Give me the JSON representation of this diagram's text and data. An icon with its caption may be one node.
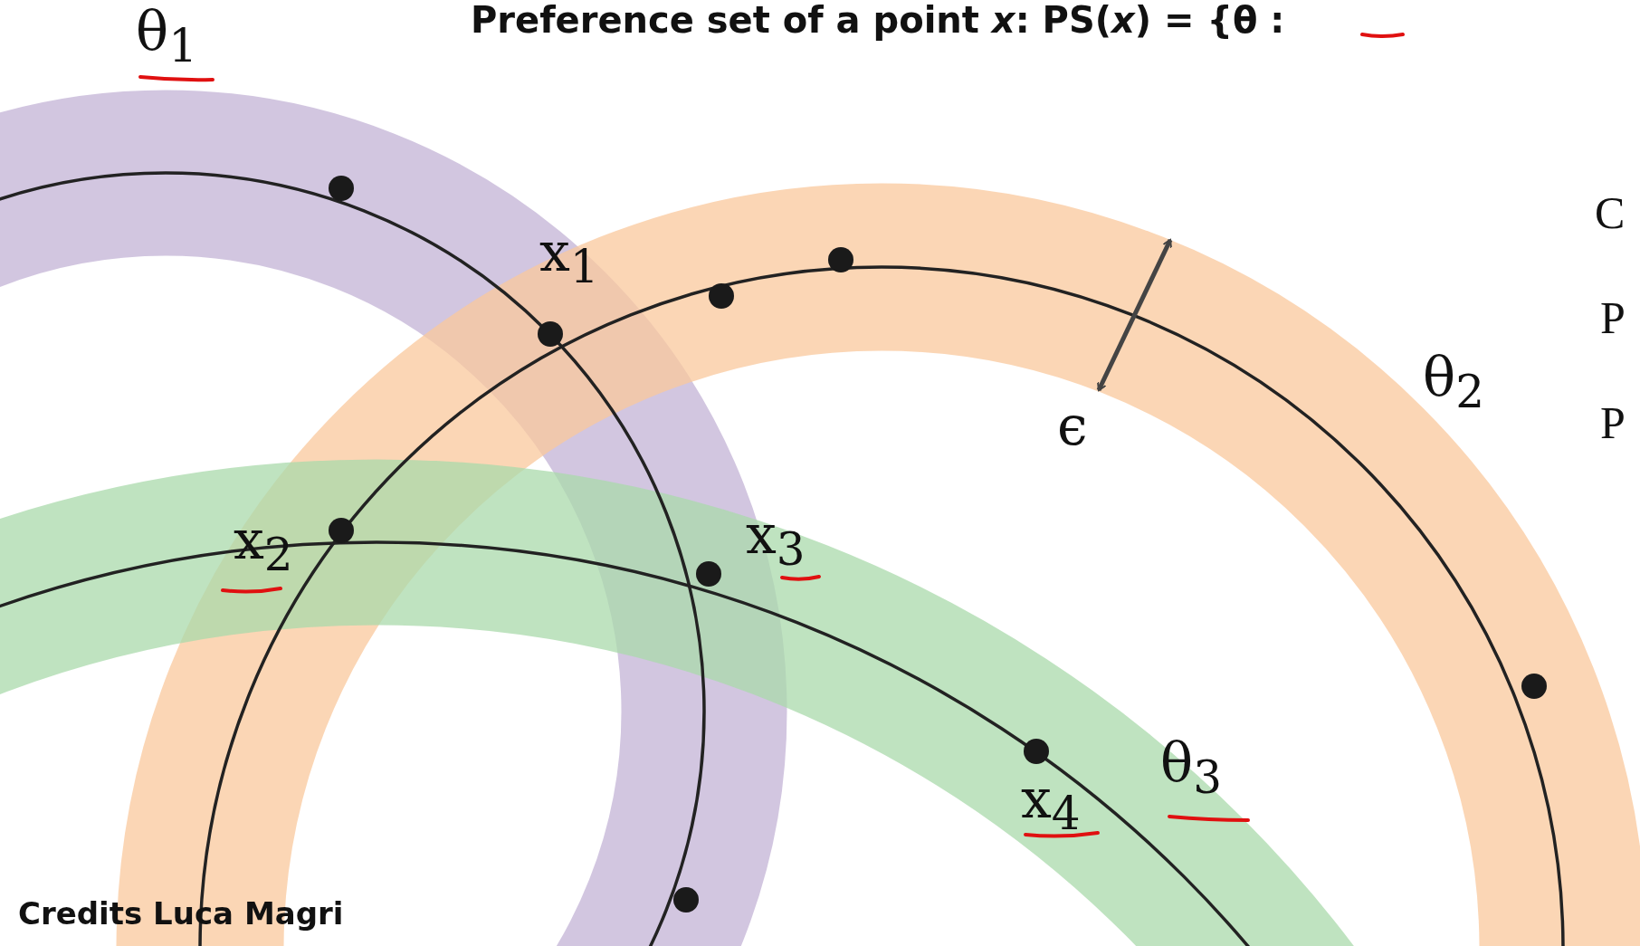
{
  "diagram": {
    "title": "Preference set of a point *x*: PS(*x*) = {θ :",
    "labels": [
      "θ$_{1}$",
      "C",
      "x$_{1}$",
      "P",
      "θ$_{2}$",
      "P",
      "ϵ",
      "x$_{2}$",
      "x$_{3}$",
      "x$_{4}$",
      "θ$_{3}$",
      "Credits Luca Magri"
    ]
  }
}
